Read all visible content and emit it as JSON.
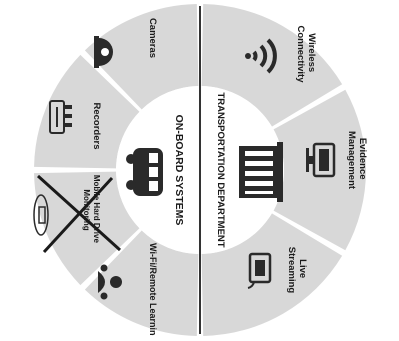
{
  "diagram": {
    "left_title": "ON-BOARD SYSTEMS",
    "right_title": "TRANSPORTATION DEPARTMENT",
    "left_segments": [
      {
        "label": "Cameras",
        "icon": "camera-icon"
      },
      {
        "label": "Recorders",
        "icon": "recorder-icon"
      },
      {
        "label": "Mobile Hard Drive Monitoring",
        "icon": "hard-drive-icon",
        "crossed_out": true
      },
      {
        "label": "Wi-Fi/Remote Learning",
        "icon": "remote-learning-icon"
      }
    ],
    "right_segments": [
      {
        "label": "Wireless Connectivity",
        "icon": "wifi-icon"
      },
      {
        "label": "Evidence Management",
        "icon": "computer-icon"
      },
      {
        "label": "Live Streaming",
        "icon": "streaming-icon"
      }
    ],
    "center_left_icon": "bus-icon",
    "center_right_icon": "building-icon",
    "colors": {
      "segment_fill": "#d8d8d8",
      "inner_fill": "#ffffff",
      "ink": "#1a1a1a",
      "divider": "#333333"
    }
  }
}
